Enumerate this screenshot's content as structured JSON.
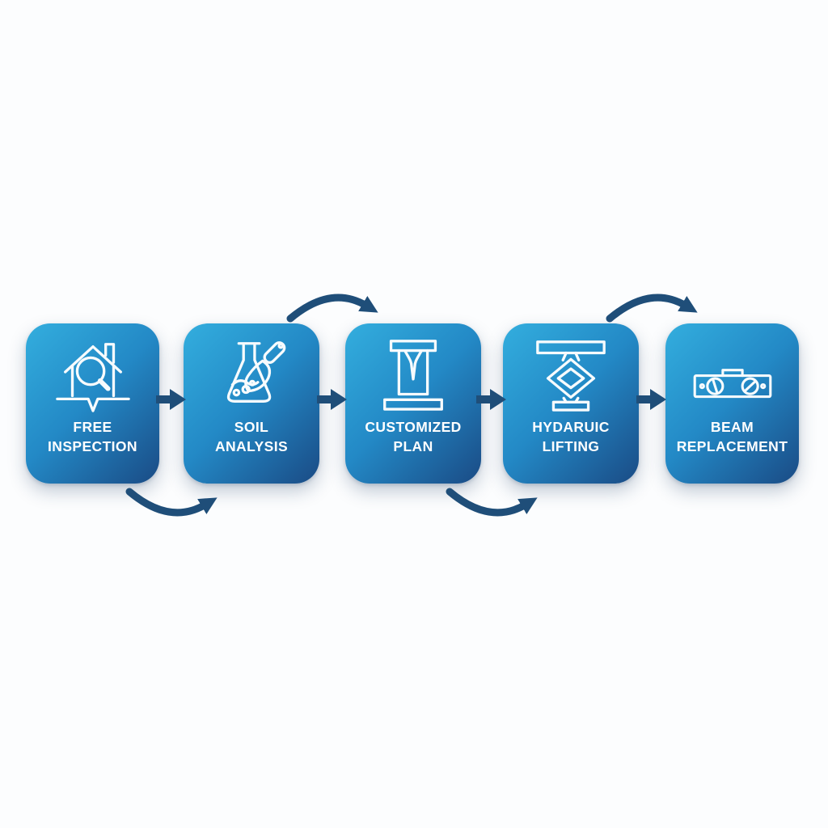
{
  "diagram": {
    "colors": {
      "background": "#FCFDFE",
      "box_gradient_start": "#33AEDE",
      "box_gradient_end": "#1A4B85",
      "arrow_color": "#1F4E79",
      "text_color": "#FFFFFF",
      "icon_stroke": "#F7FBFD"
    },
    "steps": [
      {
        "label_line1": "FREE",
        "label_line2": "INSPECTION",
        "icon": "house-magnifier-icon"
      },
      {
        "label_line1": "SOIL",
        "label_line2": "ANALYSIS",
        "icon": "flask-trowel-icon"
      },
      {
        "label_line1": "CUSTOMIZED",
        "label_line2": "PLAN",
        "icon": "pier-crack-icon"
      },
      {
        "label_line1": "HYDARUIC",
        "label_line2": "LIFTING",
        "icon": "scissor-jack-icon"
      },
      {
        "label_line1": "BEAM",
        "label_line2": "REPLACEMENT",
        "icon": "spirit-level-icon"
      }
    ],
    "connectors": [
      {
        "type": "straight-arrow",
        "between": [
          1,
          2
        ]
      },
      {
        "type": "straight-arrow",
        "between": [
          2,
          3
        ]
      },
      {
        "type": "straight-arrow",
        "between": [
          3,
          4
        ]
      },
      {
        "type": "straight-arrow",
        "between": [
          4,
          5
        ]
      },
      {
        "type": "curved-arrow-bottom",
        "between": [
          1,
          2
        ]
      },
      {
        "type": "curved-arrow-top",
        "between": [
          2,
          3
        ]
      },
      {
        "type": "curved-arrow-bottom",
        "between": [
          3,
          4
        ]
      },
      {
        "type": "curved-arrow-top",
        "between": [
          4,
          5
        ]
      }
    ]
  }
}
